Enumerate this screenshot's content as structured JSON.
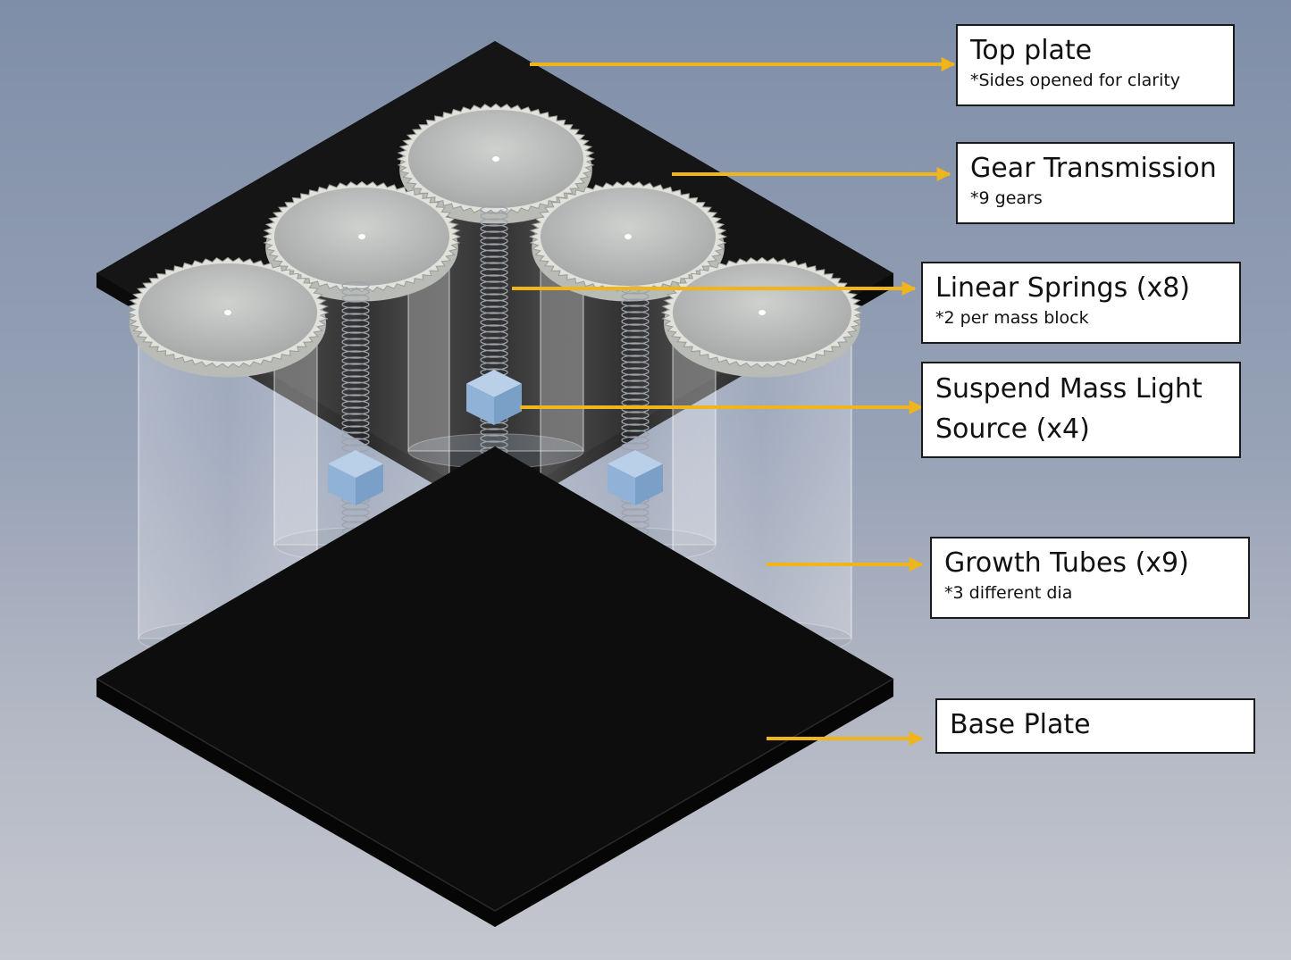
{
  "colors": {
    "arrow": "#f0b51a",
    "plate": "#0b0b0b",
    "gear": "#e2e2dd",
    "tube": "#dfe3e8",
    "mass_block": "#8fb2d6"
  },
  "callouts": [
    {
      "title": "Top plate",
      "note": "*Sides opened for clarity"
    },
    {
      "title": "Gear Transmission",
      "note": "*9 gears"
    },
    {
      "title": "Linear Springs (x8)",
      "note": "*2 per mass block"
    },
    {
      "title": "Suspend Mass Light Source (x4)",
      "note": ""
    },
    {
      "title": "Growth Tubes (x9)",
      "note": "*3 different dia"
    },
    {
      "title": "Base Plate",
      "note": ""
    }
  ]
}
